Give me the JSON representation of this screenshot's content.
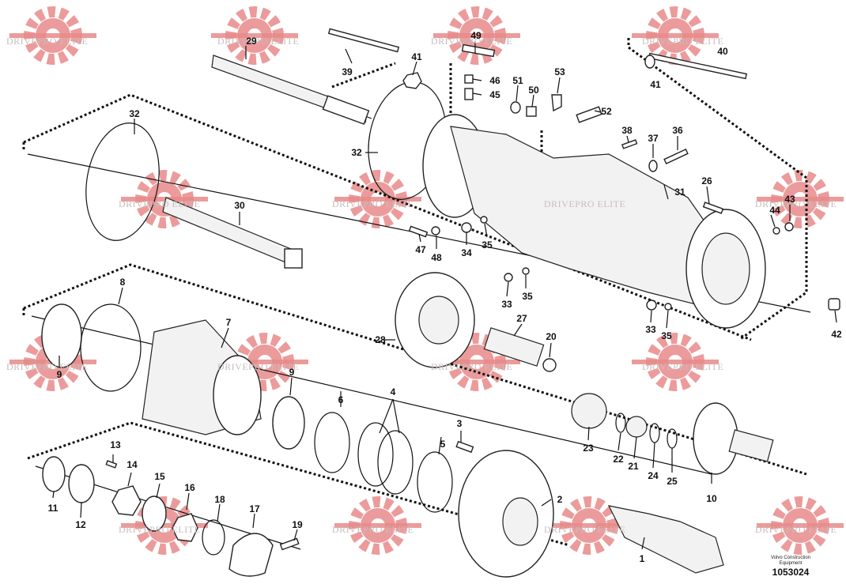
{
  "watermark": "DRIVEPRO ELITE",
  "footer": {
    "brand": "Volvo Construction Equipment",
    "drawing_number": "1053024"
  },
  "parts": [
    {
      "id": "p1",
      "label": "1"
    },
    {
      "id": "p2",
      "label": "2"
    },
    {
      "id": "p3",
      "label": "3"
    },
    {
      "id": "p4",
      "label": "4"
    },
    {
      "id": "p5",
      "label": "5"
    },
    {
      "id": "p6",
      "label": "6"
    },
    {
      "id": "p7",
      "label": "7"
    },
    {
      "id": "p8",
      "label": "8"
    },
    {
      "id": "p9a",
      "label": "9"
    },
    {
      "id": "p9b",
      "label": "9"
    },
    {
      "id": "p10",
      "label": "10"
    },
    {
      "id": "p11",
      "label": "11"
    },
    {
      "id": "p12",
      "label": "12"
    },
    {
      "id": "p13",
      "label": "13"
    },
    {
      "id": "p14",
      "label": "14"
    },
    {
      "id": "p15",
      "label": "15"
    },
    {
      "id": "p16",
      "label": "16"
    },
    {
      "id": "p17",
      "label": "17"
    },
    {
      "id": "p18",
      "label": "18"
    },
    {
      "id": "p19",
      "label": "19"
    },
    {
      "id": "p20",
      "label": "20"
    },
    {
      "id": "p21",
      "label": "21"
    },
    {
      "id": "p22",
      "label": "22"
    },
    {
      "id": "p23",
      "label": "23"
    },
    {
      "id": "p24",
      "label": "24"
    },
    {
      "id": "p25",
      "label": "25"
    },
    {
      "id": "p26",
      "label": "26"
    },
    {
      "id": "p27",
      "label": "27"
    },
    {
      "id": "p28",
      "label": "28"
    },
    {
      "id": "p29",
      "label": "29"
    },
    {
      "id": "p30",
      "label": "30"
    },
    {
      "id": "p31",
      "label": "31"
    },
    {
      "id": "p32a",
      "label": "32"
    },
    {
      "id": "p32b",
      "label": "32"
    },
    {
      "id": "p33a",
      "label": "33"
    },
    {
      "id": "p33b",
      "label": "33"
    },
    {
      "id": "p34",
      "label": "34"
    },
    {
      "id": "p35a",
      "label": "35"
    },
    {
      "id": "p35b",
      "label": "35"
    },
    {
      "id": "p35c",
      "label": "35"
    },
    {
      "id": "p36",
      "label": "36"
    },
    {
      "id": "p37",
      "label": "37"
    },
    {
      "id": "p38",
      "label": "38"
    },
    {
      "id": "p39",
      "label": "39"
    },
    {
      "id": "p40",
      "label": "40"
    },
    {
      "id": "p41a",
      "label": "41"
    },
    {
      "id": "p41b",
      "label": "41"
    },
    {
      "id": "p42",
      "label": "42"
    },
    {
      "id": "p43",
      "label": "43"
    },
    {
      "id": "p44",
      "label": "44"
    },
    {
      "id": "p45",
      "label": "45"
    },
    {
      "id": "p46",
      "label": "46"
    },
    {
      "id": "p47",
      "label": "47"
    },
    {
      "id": "p48",
      "label": "48"
    },
    {
      "id": "p49",
      "label": "49"
    },
    {
      "id": "p50",
      "label": "50"
    },
    {
      "id": "p51",
      "label": "51"
    },
    {
      "id": "p52",
      "label": "52"
    },
    {
      "id": "p53",
      "label": "53"
    }
  ]
}
